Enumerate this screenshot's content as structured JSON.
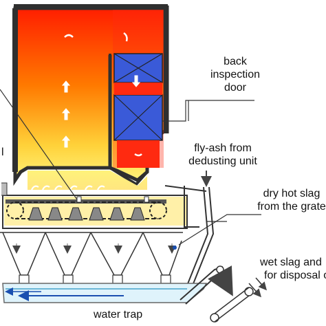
{
  "labels": {
    "back_inspection_door": [
      "back",
      "inspection",
      "door"
    ],
    "fly_ash": [
      "fly-ash from",
      "dedusting unit"
    ],
    "dry_hot_slag": [
      "dry hot slag",
      "from the grate"
    ],
    "wet_slag": [
      "wet slag and",
      "for disposal o"
    ],
    "water_trap": "water trap",
    "cut_left_1": "l"
  },
  "colors": {
    "flame_top": "#ff1e00",
    "flame_mid": "#ff7a00",
    "flame_bottom": "#fff27a",
    "inspection_block": "#3a5ad8",
    "walls": "#333333",
    "water": "#dff3fb"
  },
  "icons": [
    "up-arrow-icon",
    "curve-arrow-icon",
    "down-arrow-icon"
  ]
}
